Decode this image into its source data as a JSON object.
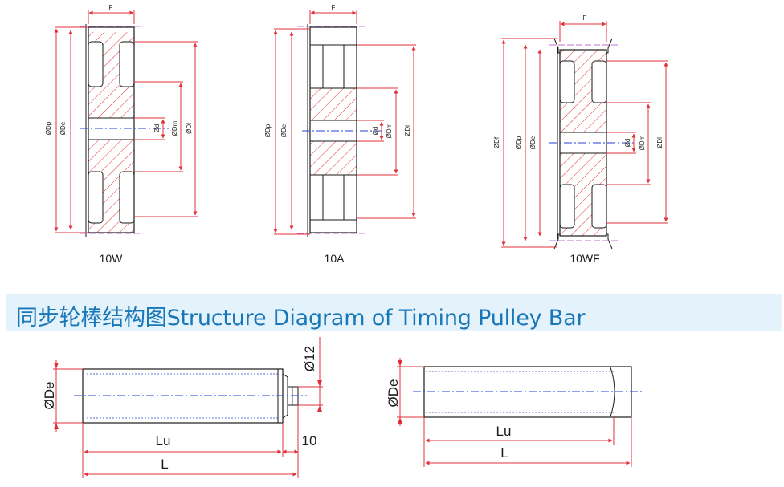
{
  "section_title": "同步轮棒结构图Structure Diagram of Timing Pulley Bar",
  "pulleys": [
    {
      "caption": "10W",
      "face_width": "F",
      "dims": [
        "ØDp",
        "ØDe",
        "Ød",
        "ØDm",
        "ØDl"
      ]
    },
    {
      "caption": "10A",
      "face_width": "F",
      "dims": [
        "ØDp",
        "ØDe",
        "Ød",
        "ØDm",
        "ØDl"
      ]
    },
    {
      "caption": "10WF",
      "face_width": "F",
      "dims": [
        "ØDf",
        "ØDp",
        "ØDe",
        "Ød",
        "ØDm",
        "ØDl"
      ]
    }
  ],
  "bar_with_shaft": {
    "diameter": "ØDe",
    "shaft_diameter": "Ø12",
    "shaft_length": "10",
    "length_useful": "Lu",
    "length_total": "L"
  },
  "bar_plain": {
    "diameter": "ØDe",
    "length_useful": "Lu",
    "length_total": "L"
  },
  "colors": {
    "outline": "#1a1a1a",
    "dimension": "#e0303a",
    "center_line": "#2a3fd8",
    "phantom": "#c070d0",
    "banner_bg": "#e3f2fb",
    "banner_text": "#1877b8"
  }
}
